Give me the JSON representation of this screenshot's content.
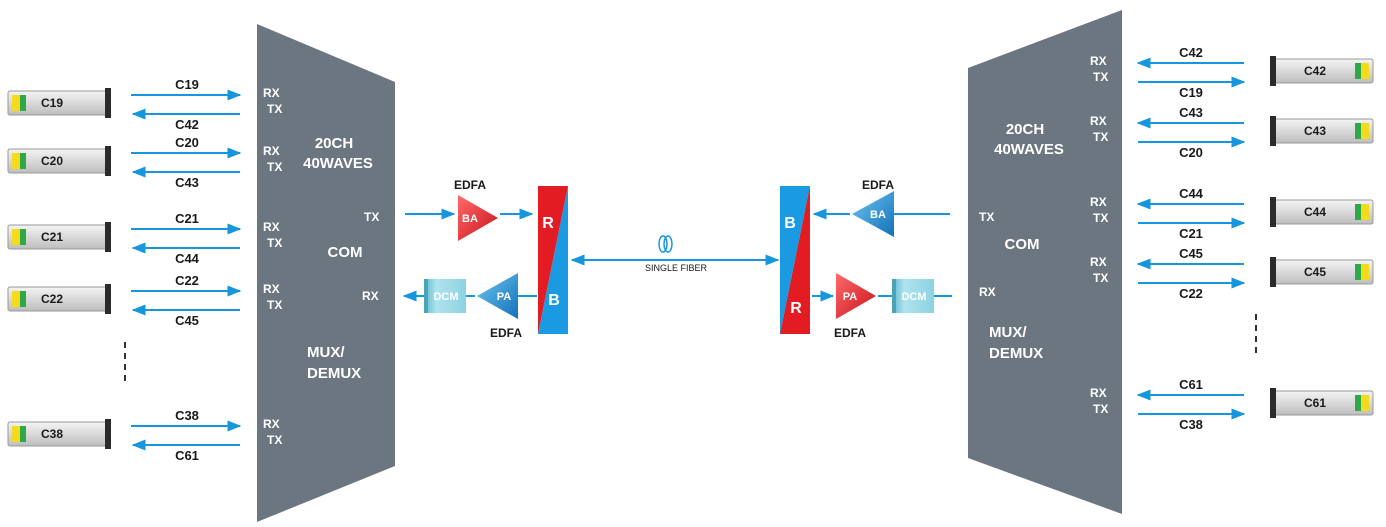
{
  "colors": {
    "mux": "#6b7680",
    "arrow": "#1596dd",
    "red": "#e31b23",
    "blue": "#1a9ae0",
    "dcm": "#8fd3e3",
    "module_body": "#e2e2e2",
    "led_yellow": "#f4dc1c",
    "led_green": "#2fa84a"
  },
  "left_mux": {
    "title_line1": "20CH",
    "title_line2": "40WAVES",
    "com": "COM",
    "mux_line1": "MUX/",
    "mux_line2": "DEMUX",
    "tx": "TX",
    "rx": "RX",
    "ports": [
      {
        "module": "C19",
        "tx_label": "C19",
        "rx_label": "C42",
        "rx": "RX",
        "tx": "TX"
      },
      {
        "module": "C20",
        "tx_label": "C20",
        "rx_label": "C43",
        "rx": "RX",
        "tx": "TX"
      },
      {
        "module": "C21",
        "tx_label": "C21",
        "rx_label": "C44",
        "rx": "RX",
        "tx": "TX"
      },
      {
        "module": "C22",
        "tx_label": "C22",
        "rx_label": "C45",
        "rx": "RX",
        "tx": "TX"
      },
      {
        "module": "C38",
        "tx_label": "C38",
        "rx_label": "C61",
        "rx": "RX",
        "tx": "TX"
      }
    ]
  },
  "right_mux": {
    "title_line1": "20CH",
    "title_line2": "40WAVES",
    "com": "COM",
    "mux_line1": "MUX/",
    "mux_line2": "DEMUX",
    "tx": "TX",
    "rx": "RX",
    "ports": [
      {
        "module": "C42",
        "rx_label": "C42",
        "tx_label": "C19",
        "rx": "RX",
        "tx": "TX"
      },
      {
        "module": "C43",
        "rx_label": "C43",
        "tx_label": "C20",
        "rx": "RX",
        "tx": "TX"
      },
      {
        "module": "C44",
        "rx_label": "C44",
        "tx_label": "C21",
        "rx": "RX",
        "tx": "TX"
      },
      {
        "module": "C45",
        "rx_label": "C45",
        "tx_label": "C22",
        "rx": "RX",
        "tx": "TX"
      },
      {
        "module": "C61",
        "rx_label": "C61",
        "tx_label": "C38",
        "rx": "RX",
        "tx": "TX"
      }
    ]
  },
  "left_amp": {
    "edfa_top": "EDFA",
    "ba": "BA",
    "pa": "PA",
    "dcm": "DCM",
    "edfa_bottom": "EDFA"
  },
  "right_amp": {
    "edfa_top": "EDFA",
    "ba": "BA",
    "pa": "PA",
    "dcm": "DCM",
    "edfa_bottom": "EDFA"
  },
  "left_filter": {
    "top": "R",
    "bottom": "B"
  },
  "right_filter": {
    "top": "B",
    "bottom": "R"
  },
  "fiber": {
    "label": "SINGLE FIBER"
  }
}
